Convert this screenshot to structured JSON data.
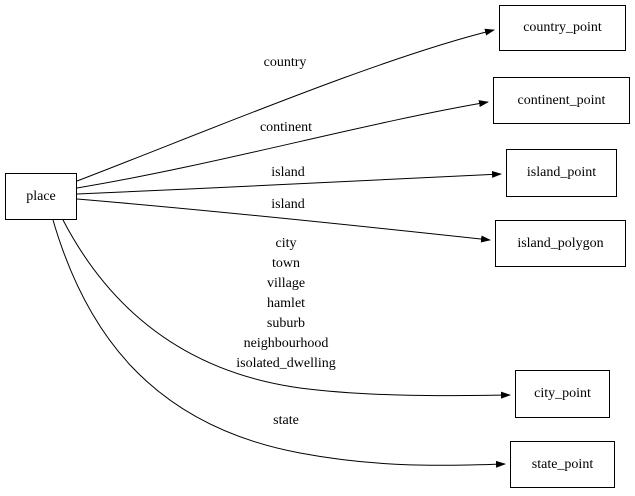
{
  "diagram": {
    "type": "directed-graph",
    "background_color": "#ffffff",
    "stroke_color": "#000000",
    "nodes": {
      "place": "place",
      "country_point": "country_point",
      "continent_point": "continent_point",
      "island_point": "island_point",
      "island_polygon": "island_polygon",
      "city_point": "city_point",
      "state_point": "state_point"
    },
    "edges": [
      {
        "from": "place",
        "to": "country_point",
        "label": "country"
      },
      {
        "from": "place",
        "to": "continent_point",
        "label": "continent"
      },
      {
        "from": "place",
        "to": "island_point",
        "label": "island"
      },
      {
        "from": "place",
        "to": "island_polygon",
        "label": "island"
      },
      {
        "from": "place",
        "to": "city_point",
        "label": "city\ntown\nvillage\nhamlet\nsuburb\nneighbourhood\nisolated_dwelling"
      },
      {
        "from": "place",
        "to": "state_point",
        "label": "state"
      }
    ]
  }
}
